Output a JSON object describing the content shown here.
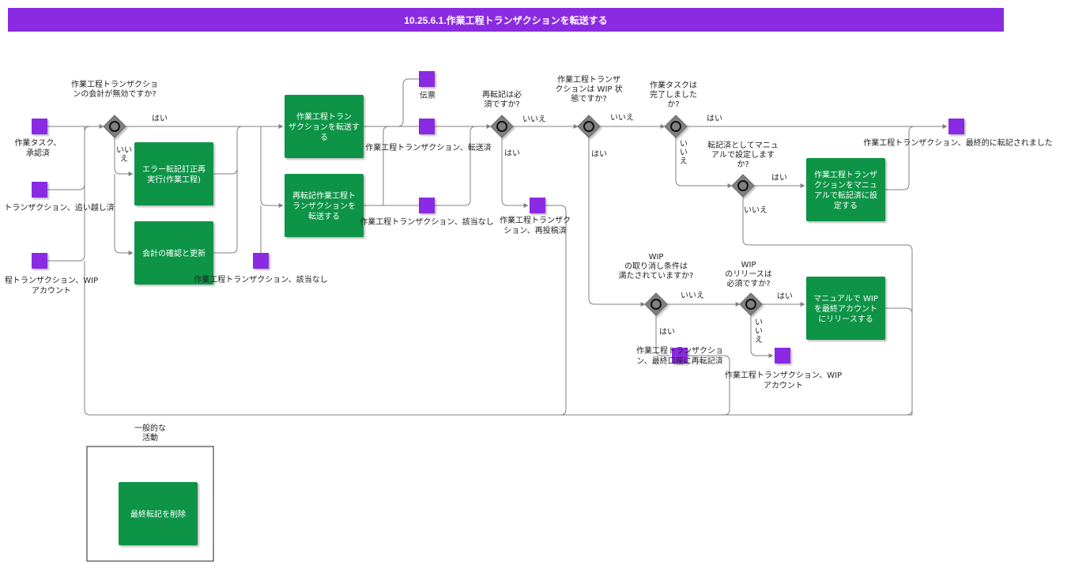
{
  "title": "10.25.6.1.作業工程トランザクションを転送する",
  "colors": {
    "title_bg": "#8a2be2",
    "object": "#8a2be2",
    "activity": "#0a9447",
    "gateway": "#808080",
    "line": "#808080"
  },
  "activities": [
    {
      "id": "a1",
      "lines": [
        "作業工程トラン",
        "ザクションを転送す",
        "る"
      ]
    },
    {
      "id": "a2",
      "lines": [
        "エラー転記訂正再",
        "実行(作業工程)"
      ]
    },
    {
      "id": "a3",
      "lines": [
        "会計の確認と更新"
      ]
    },
    {
      "id": "a4",
      "lines": [
        "再転記作業工程ト",
        "ランザクションを",
        "転送する"
      ]
    },
    {
      "id": "a5",
      "lines": [
        "作業工程トランザ",
        "クションをマニュ",
        "アルで転記済に設",
        "定する"
      ]
    },
    {
      "id": "a6",
      "lines": [
        "マニュアルで WIP",
        "を最終アカウント",
        "にリリースする"
      ]
    },
    {
      "id": "a7",
      "lines": [
        "最終転記を削除"
      ]
    }
  ],
  "objects": [
    {
      "id": "o1",
      "lines": [
        "作業タスク、",
        "承認済"
      ]
    },
    {
      "id": "o2",
      "lines": [
        "トランザクション、追い越し済"
      ]
    },
    {
      "id": "o3",
      "lines": [
        "程トランザクション、WIP",
        "アカウント"
      ]
    },
    {
      "id": "o4",
      "lines": [
        "作業工程トランザクション、該当なし"
      ]
    },
    {
      "id": "o5",
      "lines": [
        "伝票"
      ]
    },
    {
      "id": "o6",
      "lines": [
        "作業工程トランザクション、転送済"
      ]
    },
    {
      "id": "o7",
      "lines": [
        "作業工程トランザクション、該当なし"
      ]
    },
    {
      "id": "o8",
      "lines": [
        "作業工程トランザク",
        "ション、再投稿済"
      ]
    },
    {
      "id": "o9",
      "lines": [
        "作業工程トランザクション、最終的に転記されました"
      ]
    },
    {
      "id": "o10",
      "lines": [
        "作業工程トランザクショ",
        "ン、最終口座に再転記済"
      ]
    },
    {
      "id": "o11",
      "lines": [
        "作業工程トランザクション、WIP",
        "アカウント"
      ]
    }
  ],
  "gateways": [
    {
      "id": "g1",
      "lines": [
        "作業工程トランザクショ",
        "ンの会計が無効ですか?"
      ]
    },
    {
      "id": "g2",
      "lines": [
        "再転記は必",
        "須ですか?"
      ]
    },
    {
      "id": "g3",
      "lines": [
        "作業工程トランザ",
        "クションは WIP 状",
        "態ですか?"
      ]
    },
    {
      "id": "g4",
      "lines": [
        "作業タスクは",
        "完了しました",
        "か?"
      ]
    },
    {
      "id": "g5",
      "lines": [
        "転記済としてマニュ",
        "アルで設定します",
        "か?"
      ]
    },
    {
      "id": "g6",
      "lines": [
        "WIP",
        "の取り消し条件は",
        "満たされていますか?"
      ]
    },
    {
      "id": "g7",
      "lines": [
        "WIP",
        "のリリースは",
        "必須ですか?"
      ]
    }
  ],
  "edge_labels": [
    {
      "id": "e1",
      "text": "はい"
    },
    {
      "id": "e2",
      "lines": [
        "いい",
        "え"
      ]
    },
    {
      "id": "e3",
      "text": "いいえ"
    },
    {
      "id": "e4",
      "text": "はい"
    },
    {
      "id": "e5",
      "text": "いいえ"
    },
    {
      "id": "e6",
      "text": "はい"
    },
    {
      "id": "e7",
      "text": "はい"
    },
    {
      "id": "e8",
      "lines": [
        "い",
        "い",
        "え"
      ]
    },
    {
      "id": "e9",
      "text": "はい"
    },
    {
      "id": "e10",
      "text": "いいえ"
    },
    {
      "id": "e11",
      "text": "いいえ"
    },
    {
      "id": "e12",
      "text": "はい"
    },
    {
      "id": "e13",
      "text": "はい"
    },
    {
      "id": "e14",
      "lines": [
        "い",
        "い",
        "え"
      ]
    }
  ],
  "legend": {
    "lines": [
      "一般的な",
      "活動"
    ]
  }
}
